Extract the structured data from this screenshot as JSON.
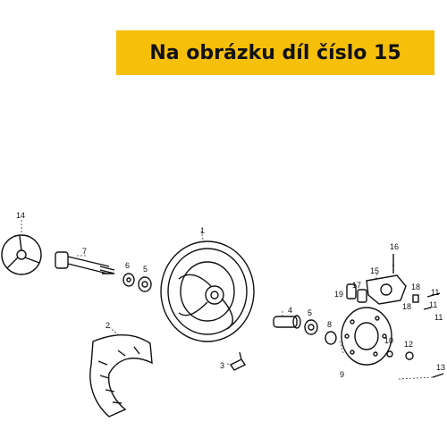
{
  "banner": {
    "text": "Na obrázku díl číslo 15",
    "color": "#f5bf0a"
  },
  "parts": [
    "1",
    "2",
    "3",
    "4",
    "5",
    "5",
    "6",
    "7",
    "8",
    "9",
    "10",
    "11",
    "11",
    "11",
    "12",
    "13",
    "14",
    "15",
    "16",
    "17",
    "18",
    "18",
    "19"
  ]
}
